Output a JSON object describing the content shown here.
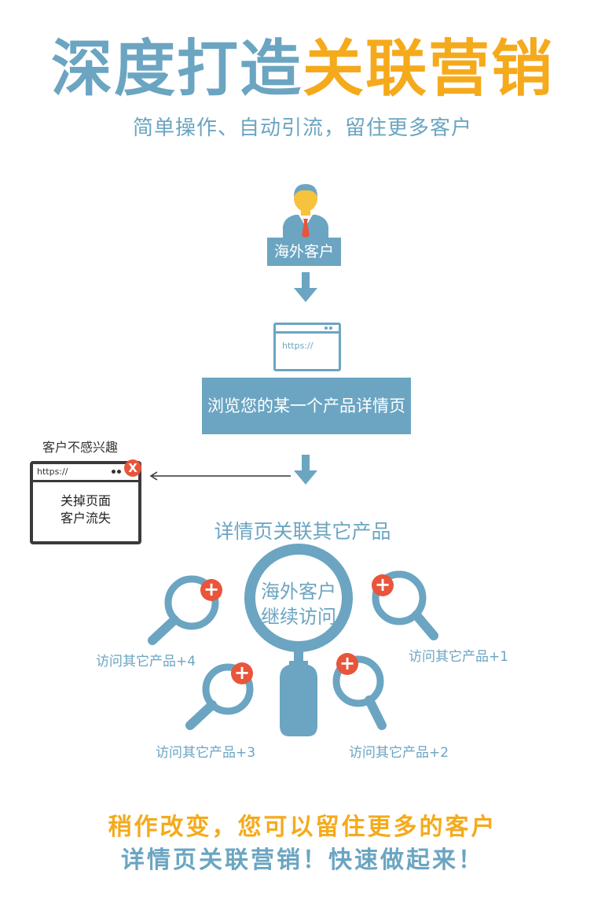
{
  "title": {
    "part1": "深度打造",
    "part2": "关联营销"
  },
  "subtitle": "简单操作、自动引流，留住更多客户",
  "flow": {
    "customer_label": "海外客户",
    "browser_url": "https://",
    "browse_label": "浏览您的某一个产品详情页",
    "related_title": "详情页关联其它产品"
  },
  "exit": {
    "note": "客户不感兴趣",
    "url": "https://",
    "close_glyph": "X",
    "line1": "关掉页面",
    "line2": "客户流失"
  },
  "center": {
    "line1": "海外客户",
    "line2": "继续访问"
  },
  "visits": {
    "v4": "访问其它产品+4",
    "v1": "访问其它产品+1",
    "v3": "访问其它产品+3",
    "v2": "访问其它产品+2",
    "plus": "+"
  },
  "footer": {
    "line1": "稍作改变，您可以留住更多的客户",
    "line2": "详情页关联营销！快速做起来！"
  },
  "colors": {
    "blue": "#6ba5c2",
    "orange": "#f5aa1c",
    "red": "#e8553b",
    "dark": "#3a3a3a"
  }
}
